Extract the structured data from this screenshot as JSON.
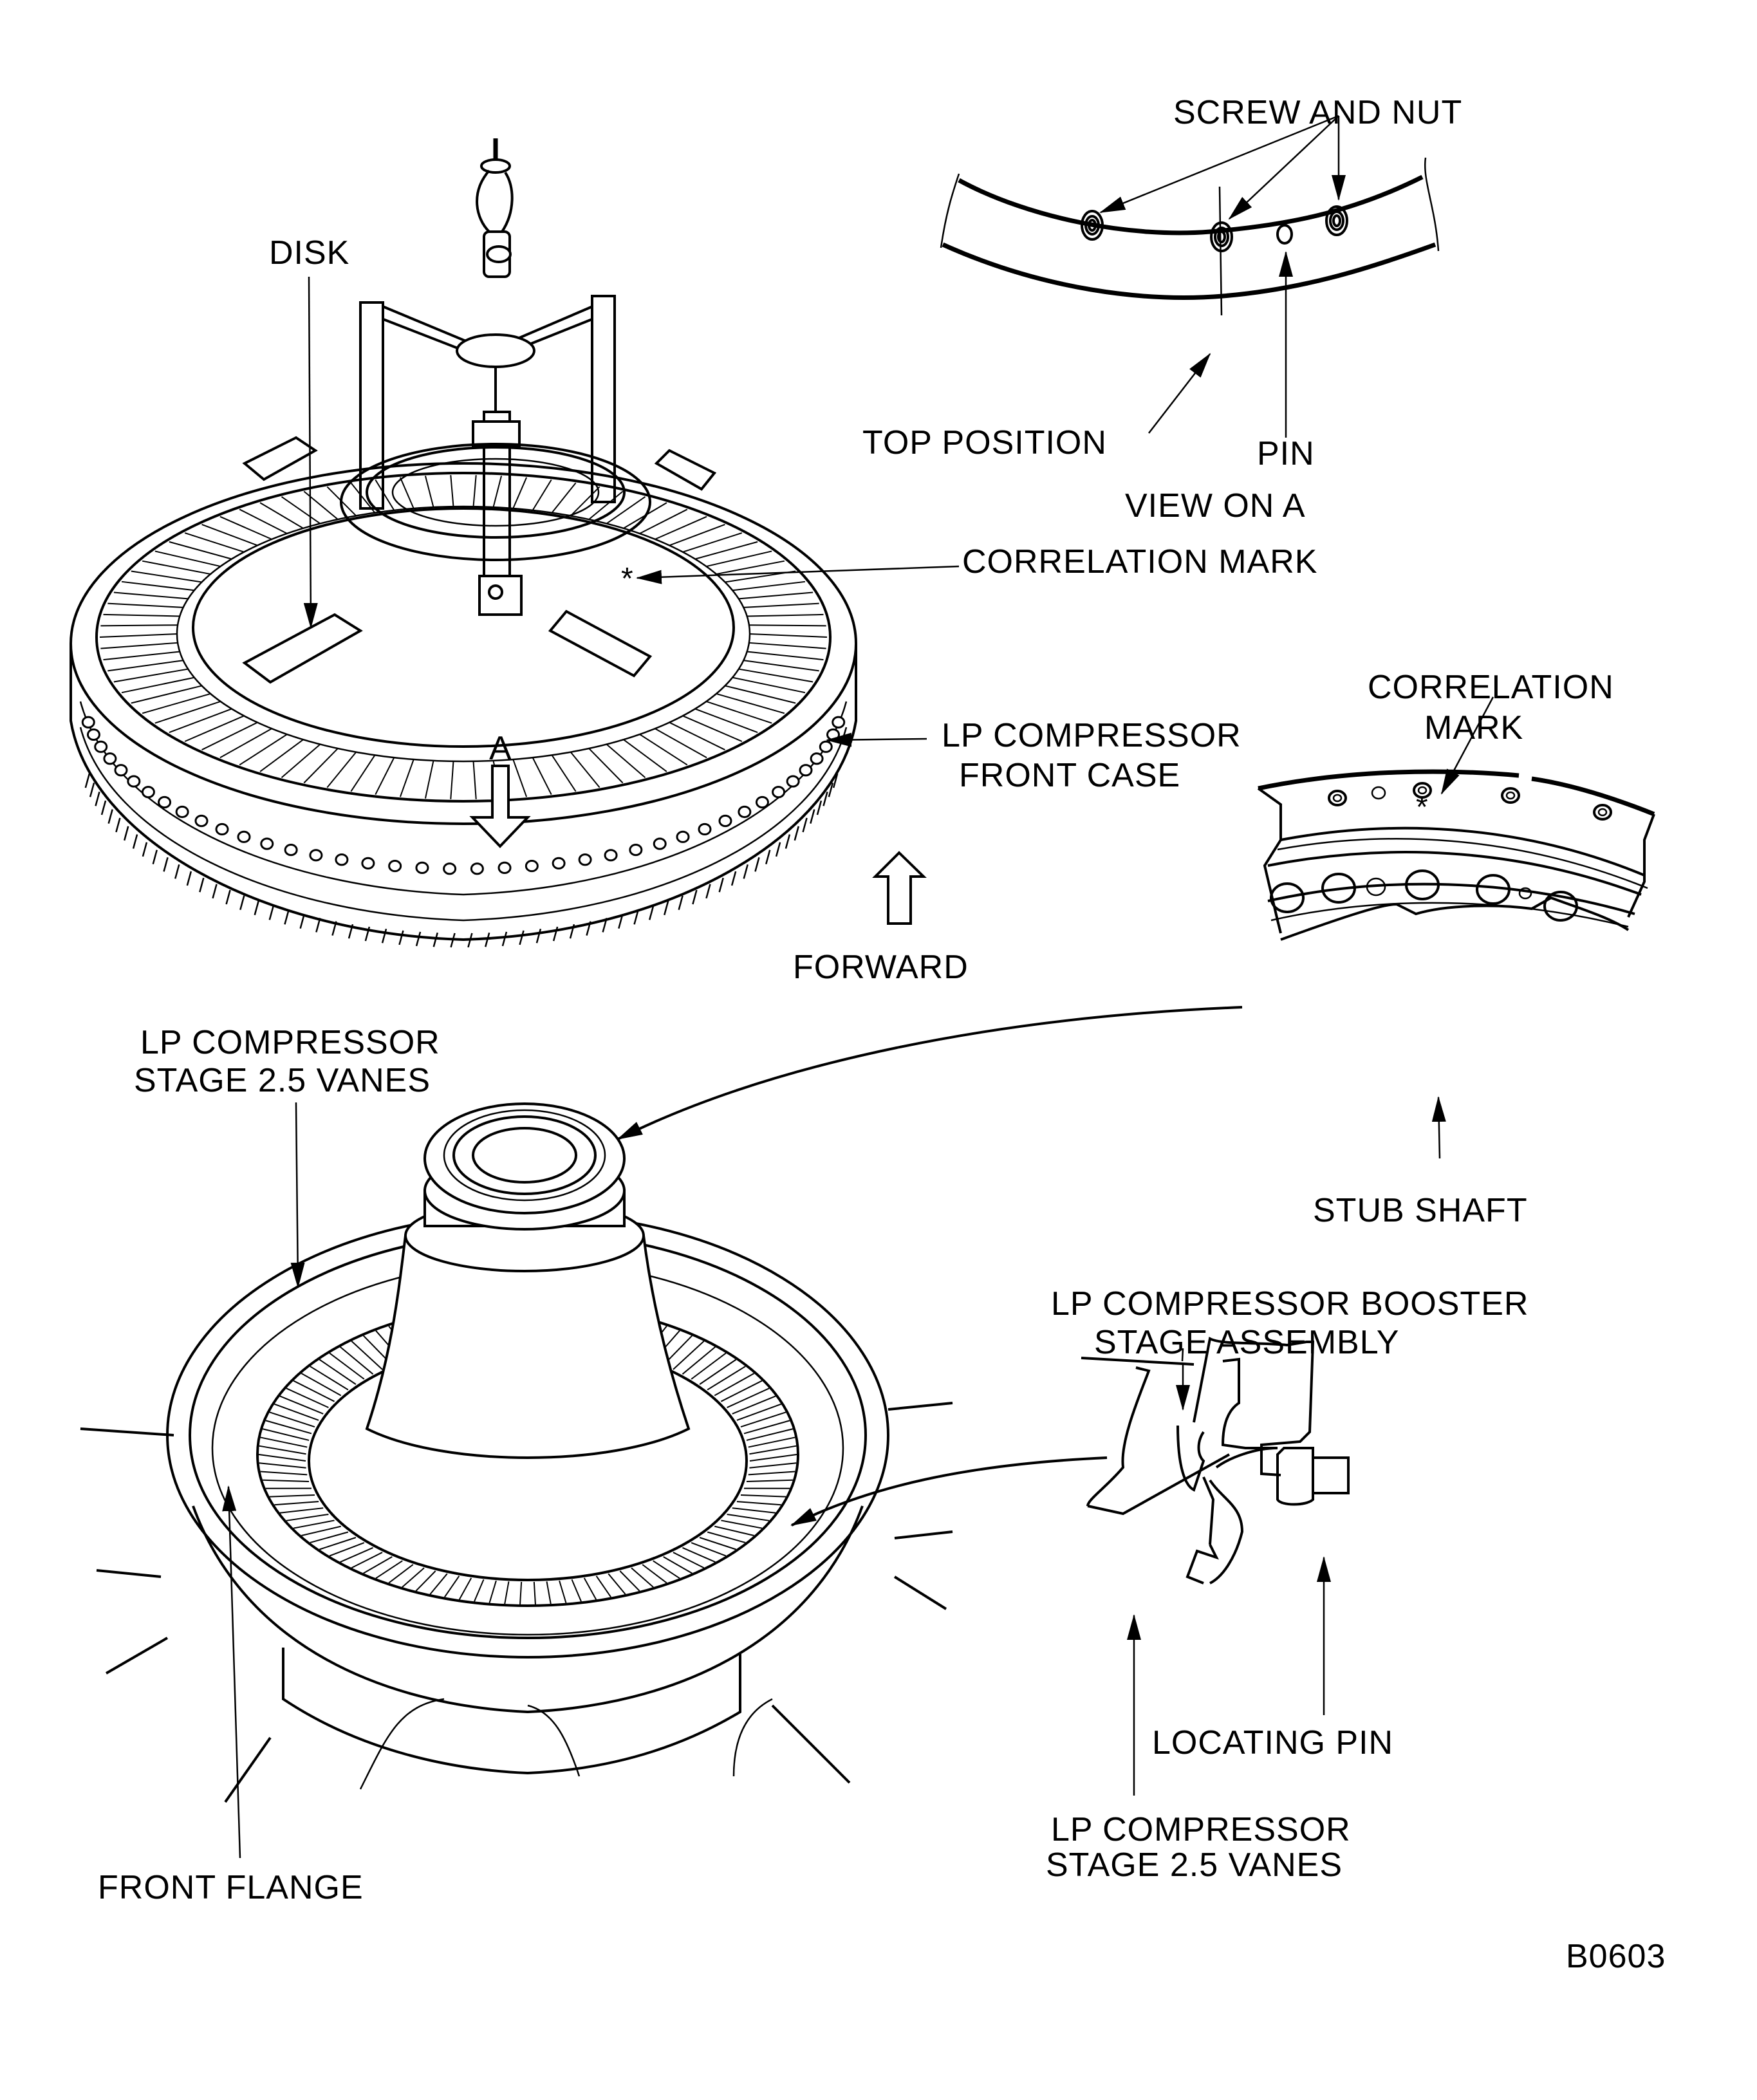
{
  "figure_id": "B0603",
  "views": {
    "installation": {
      "labels": {
        "disk": "DISK",
        "correlation_mark": "CORRELATION MARK",
        "front_case_line1": "LP COMPRESSOR",
        "front_case_line2": "FRONT CASE",
        "view_arrow": "A",
        "forward": "FORWARD"
      }
    },
    "view_on_a": {
      "labels": {
        "screw_and_nut": "SCREW AND NUT",
        "top_position": "TOP POSITION",
        "pin": "PIN",
        "caption": "VIEW ON A"
      }
    },
    "stub_shaft_detail": {
      "labels": {
        "correlation_mark_line1": "CORRELATION",
        "correlation_mark_line2": "MARK",
        "stub_shaft": "STUB SHAFT"
      }
    },
    "assembly": {
      "labels": {
        "vanes_line1": "LP COMPRESSOR",
        "vanes_line2": "STAGE 2.5 VANES",
        "front_flange": "FRONT FLANGE"
      }
    },
    "section_detail": {
      "labels": {
        "booster_line1": "LP COMPRESSOR BOOSTER",
        "booster_line2": "STAGE ASSEMBLY",
        "locating_pin": "LOCATING PIN",
        "vanes_line1": "LP COMPRESSOR",
        "vanes_line2": "STAGE 2.5 VANES"
      }
    }
  }
}
